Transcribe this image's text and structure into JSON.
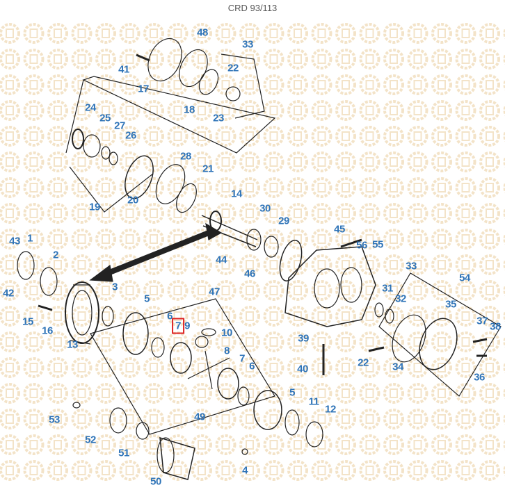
{
  "title": "CRD 93/113",
  "colors": {
    "callout": "#2f74b8",
    "highlight": "#dd2222",
    "watermark": "#f3e3c8",
    "lines": "#222222"
  },
  "highlighted_callout": "7",
  "callouts": [
    {
      "id": "48",
      "text": "48"
    },
    {
      "id": "33",
      "text": "33"
    },
    {
      "id": "41",
      "text": "41"
    },
    {
      "id": "22",
      "text": "22"
    },
    {
      "id": "17",
      "text": "17"
    },
    {
      "id": "18",
      "text": "18"
    },
    {
      "id": "23",
      "text": "23"
    },
    {
      "id": "24",
      "text": "24"
    },
    {
      "id": "25",
      "text": "25"
    },
    {
      "id": "27",
      "text": "27"
    },
    {
      "id": "26",
      "text": "26"
    },
    {
      "id": "28",
      "text": "28"
    },
    {
      "id": "21",
      "text": "21"
    },
    {
      "id": "19",
      "text": "19"
    },
    {
      "id": "20",
      "text": "20"
    },
    {
      "id": "14",
      "text": "14"
    },
    {
      "id": "30",
      "text": "30"
    },
    {
      "id": "29",
      "text": "29"
    },
    {
      "id": "45",
      "text": "45"
    },
    {
      "id": "56",
      "text": "56"
    },
    {
      "id": "55",
      "text": "55"
    },
    {
      "id": "1",
      "text": "1"
    },
    {
      "id": "43",
      "text": "43"
    },
    {
      "id": "2",
      "text": "2"
    },
    {
      "id": "44",
      "text": "44"
    },
    {
      "id": "33b",
      "text": "33"
    },
    {
      "id": "54",
      "text": "54"
    },
    {
      "id": "46",
      "text": "46"
    },
    {
      "id": "42",
      "text": "42"
    },
    {
      "id": "3",
      "text": "3"
    },
    {
      "id": "47",
      "text": "47"
    },
    {
      "id": "31",
      "text": "31"
    },
    {
      "id": "32",
      "text": "32"
    },
    {
      "id": "35",
      "text": "35"
    },
    {
      "id": "5",
      "text": "5"
    },
    {
      "id": "6",
      "text": "6"
    },
    {
      "id": "7",
      "text": "7"
    },
    {
      "id": "9",
      "text": "9"
    },
    {
      "id": "10",
      "text": "10"
    },
    {
      "id": "15",
      "text": "15"
    },
    {
      "id": "16",
      "text": "16"
    },
    {
      "id": "13",
      "text": "13"
    },
    {
      "id": "8",
      "text": "8"
    },
    {
      "id": "37",
      "text": "37"
    },
    {
      "id": "38",
      "text": "38"
    },
    {
      "id": "39",
      "text": "39"
    },
    {
      "id": "7b",
      "text": "7"
    },
    {
      "id": "6b",
      "text": "6"
    },
    {
      "id": "22b",
      "text": "22"
    },
    {
      "id": "34",
      "text": "34"
    },
    {
      "id": "36",
      "text": "36"
    },
    {
      "id": "40",
      "text": "40"
    },
    {
      "id": "5b",
      "text": "5"
    },
    {
      "id": "11",
      "text": "11"
    },
    {
      "id": "12",
      "text": "12"
    },
    {
      "id": "49",
      "text": "49"
    },
    {
      "id": "53",
      "text": "53"
    },
    {
      "id": "52",
      "text": "52"
    },
    {
      "id": "51",
      "text": "51"
    },
    {
      "id": "4",
      "text": "4"
    },
    {
      "id": "50",
      "text": "50"
    }
  ]
}
